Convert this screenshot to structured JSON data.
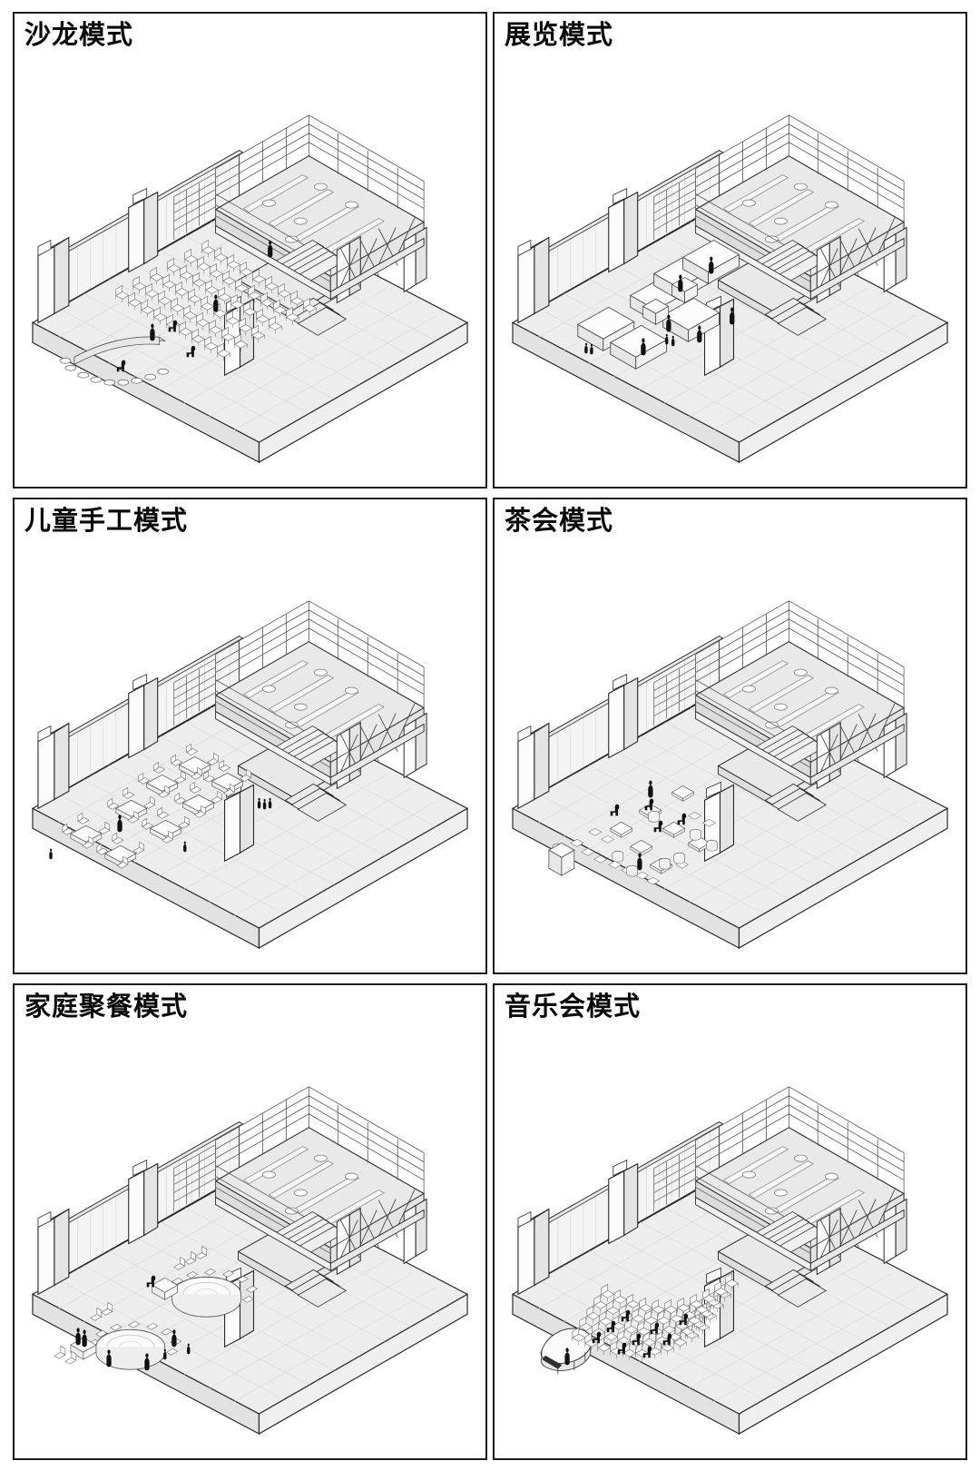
{
  "sheet": {
    "kind": "architectural-isometric-diagram-sheet",
    "columns": 2,
    "rows": 3,
    "border_color": "#1c1c1c",
    "background_color": "#ffffff"
  },
  "palette": {
    "outline": "#2a2a2a",
    "thin_line": "#7a7a7a",
    "floor_fill": "#ededed",
    "floor_grid": "#d6d6d6",
    "slab_side": "#e2e2e2",
    "slab_front": "#efefef",
    "wall_fill": "#f4f4f4",
    "wall_slat": "#cfcfcf",
    "column_light": "#fbfbfb",
    "column_shade": "#e4e4e4",
    "deck_fill": "#e9e9e9",
    "furniture_fill": "#fdfdfd",
    "figure_fill": "#111111",
    "title_color": "#0a0a0a"
  },
  "panels": [
    {
      "id": "salon",
      "title": "沙龙模式",
      "scene_label": "salon-lecture-seating-isometric",
      "program": "lecture rows facing a curved bar counter, mezzanine deck above",
      "furniture": {
        "seat_rows": 6,
        "seats_per_row": 9,
        "curved_bar_stools": 9,
        "standing_figures": 2,
        "seated_figures": 3,
        "mezzanine_figures": 1
      }
    },
    {
      "id": "exhibition",
      "title": "展览模式",
      "scene_label": "exhibition-vitrines-isometric",
      "program": "display cases and plinths arranged for a gallery walk-through",
      "furniture": {
        "display_cases": 6,
        "plinths": 3,
        "standing_figures": 6,
        "child_figures": 3
      }
    },
    {
      "id": "children-craft",
      "title": "儿童手工模式",
      "scene_label": "children-craft-tables-isometric",
      "program": "square craft tables with chairs scattered across the hall",
      "furniture": {
        "craft_tables": 8,
        "chairs_per_table": 4,
        "adult_figures": 1,
        "child_figures": 4
      }
    },
    {
      "id": "tea-party",
      "title": "茶会模式",
      "scene_label": "tea-party-low-tables-isometric",
      "program": "low tea tables, floor cushions and loose seating cluster",
      "furniture": {
        "low_tables": 7,
        "floor_cushions": 12,
        "stools": 8,
        "seated_figures": 4,
        "standing_figures": 2
      }
    },
    {
      "id": "family-dining",
      "title": "家庭聚餐模式",
      "scene_label": "family-banquet-round-tables-isometric",
      "program": "two large round banquet tables with ringed chairs and side buffet",
      "furniture": {
        "round_tables": 2,
        "chairs_per_round_table": 12,
        "side_tables": 4,
        "loose_chairs": 7,
        "adult_figures": 6,
        "child_figures": 2
      }
    },
    {
      "id": "concert",
      "title": "音乐会模式",
      "scene_label": "concert-piano-curved-rows-isometric",
      "program": "grand piano with fan-shaped curved audience rows",
      "furniture": {
        "grand_pianos": 1,
        "curved_rows": 5,
        "chairs_per_curved_row": 11,
        "audience_figures": 9
      }
    }
  ]
}
